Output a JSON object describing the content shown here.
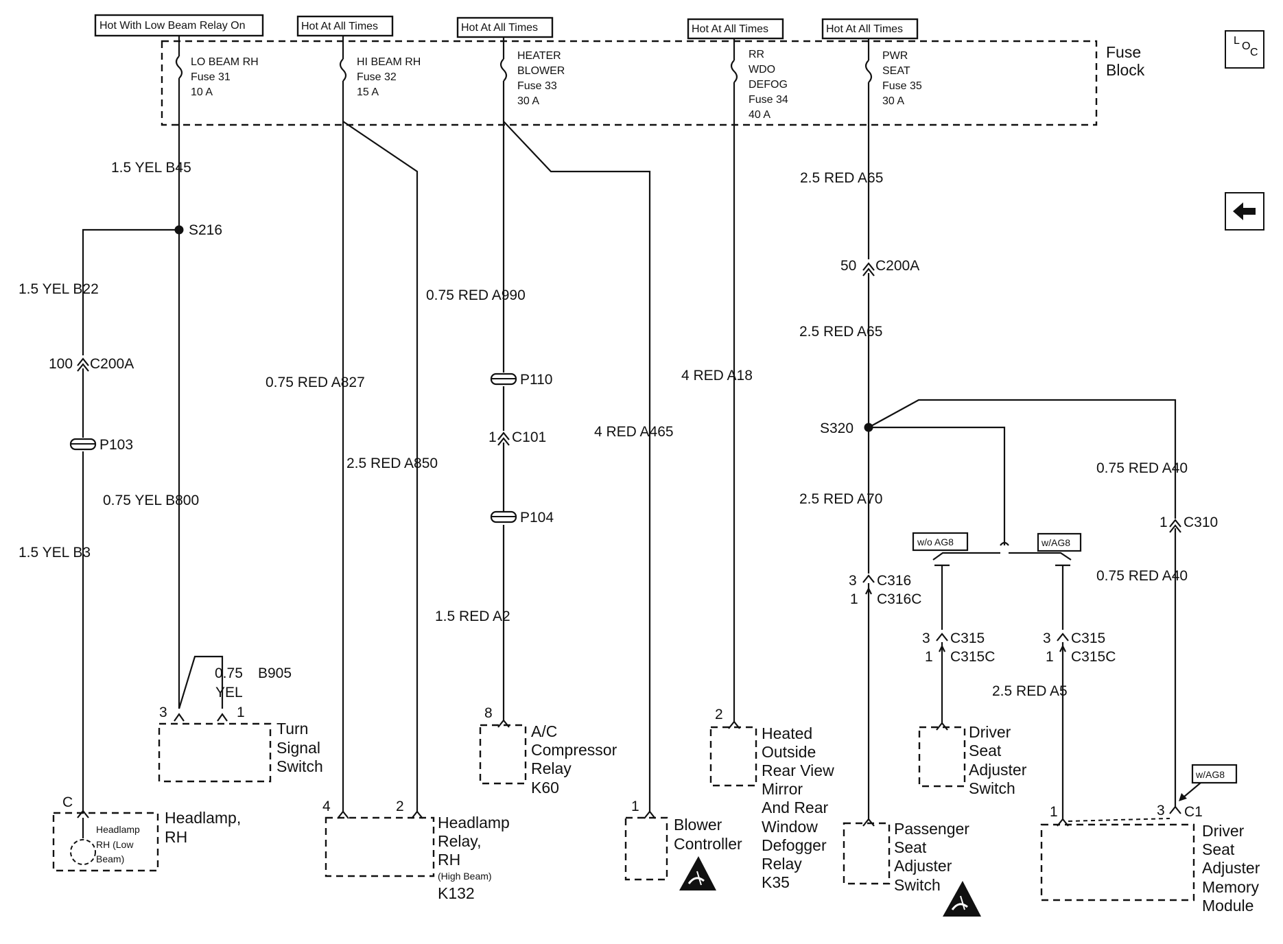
{
  "headers": {
    "h1": "Hot With Low Beam Relay On",
    "h2": "Hot At All Times",
    "h3": "Hot At All Times",
    "h4": "Hot At All Times",
    "h5": "Hot At All Times"
  },
  "fuse_block_label": [
    "Fuse",
    "Block"
  ],
  "fuses": {
    "f31": [
      "LO BEAM RH",
      "Fuse 31",
      "10 A"
    ],
    "f32": [
      "HI BEAM RH",
      "Fuse 32",
      "15 A"
    ],
    "f33": [
      "HEATER",
      "BLOWER",
      "Fuse 33",
      "30 A"
    ],
    "f34": [
      "RR",
      "WDO",
      "DEFOG",
      "Fuse 34",
      "40 A"
    ],
    "f35": [
      "PWR",
      "SEAT",
      "Fuse 35",
      "30 A"
    ]
  },
  "wires": {
    "b45": "1.5 YEL   B45",
    "b22": "1.5 YEL   B22",
    "b800": "0.75 YEL   B800",
    "b3": "1.5 YEL   B3",
    "b905_a": "0.75",
    "b905_b": "B905",
    "b905_c": "YEL",
    "a827": "0.75 RED   A827",
    "a850": "2.5 RED   A850",
    "a990": "0.75 RED   A990",
    "a2": "1.5 RED   A2",
    "a465": "4 RED   A465",
    "a18": "4 RED   A18",
    "a65_top": "2.5 RED   A65",
    "a65_mid": "2.5 RED   A65",
    "a70": "2.5 RED   A70",
    "a40_top": "0.75 RED   A40",
    "a40_bot": "0.75 RED   A40",
    "a5": "2.5 RED   A5"
  },
  "splices": {
    "s216": "S216",
    "s320": "S320"
  },
  "connectors": {
    "c200a_left": "100",
    "c200a_left_name": "C200A",
    "c200a_right": "50",
    "c200a_right_name": "C200A",
    "p103": "P103",
    "p110": "P110",
    "c101_pin": "1",
    "c101": "C101",
    "p104": "P104",
    "c316_pin": "3",
    "c316": "C316",
    "c316c_pin": "1",
    "c316c": "C316C",
    "c315_pin_a": "3",
    "c315_a": "C315",
    "c315c_pin_a": "1",
    "c315c_a": "C315C",
    "c315_pin_b": "3",
    "c315_b": "C315",
    "c315c_pin_b": "1",
    "c315c_b": "C315C",
    "c310_pin": "1",
    "c310": "C310"
  },
  "options": {
    "wo_ag8": "w/o AG8",
    "w_ag8": "w/AG8",
    "w_ag8_2": "w/AG8"
  },
  "pins": {
    "headlamp": "C",
    "turn_3": "3",
    "turn_1": "1",
    "relay_4": "4",
    "relay_2": "2",
    "ac_8": "8",
    "blower_1": "1",
    "mirror_2": "2",
    "memory_1": "1",
    "memory_3": "3",
    "memory_c1": "C1"
  },
  "components": {
    "headlamp_inner": [
      "Headlamp",
      "RH (Low",
      "Beam)"
    ],
    "headlamp": [
      "Headlamp,",
      "RH"
    ],
    "turn_signal": [
      "Turn",
      "Signal",
      "Switch"
    ],
    "headlamp_relay": [
      "Headlamp",
      "Relay,",
      "RH"
    ],
    "headlamp_relay_sub": "(High Beam)",
    "headlamp_relay_id": "K132",
    "ac_relay": [
      "A/C",
      "Compressor",
      "Relay",
      "K60"
    ],
    "blower": [
      "Blower",
      "Controller"
    ],
    "defog_relay": [
      "Heated",
      "Outside",
      "Rear View",
      "Mirror",
      "And Rear",
      "Window",
      "Defogger",
      "Relay",
      "K35"
    ],
    "pass_seat": [
      "Passenger",
      "Seat",
      "Adjuster",
      "Switch"
    ],
    "driver_seat_switch": [
      "Driver",
      "Seat",
      "Adjuster",
      "Switch"
    ],
    "memory_module": [
      "Driver",
      "Seat",
      "Adjuster",
      "Memory",
      "Module"
    ]
  },
  "nav": {
    "loc_l": "L",
    "loc_o": "O",
    "loc_c": "C"
  },
  "icons": {
    "loc": "loc-icon",
    "back": "back-arrow-icon",
    "esd": "esd-warning-icon"
  }
}
